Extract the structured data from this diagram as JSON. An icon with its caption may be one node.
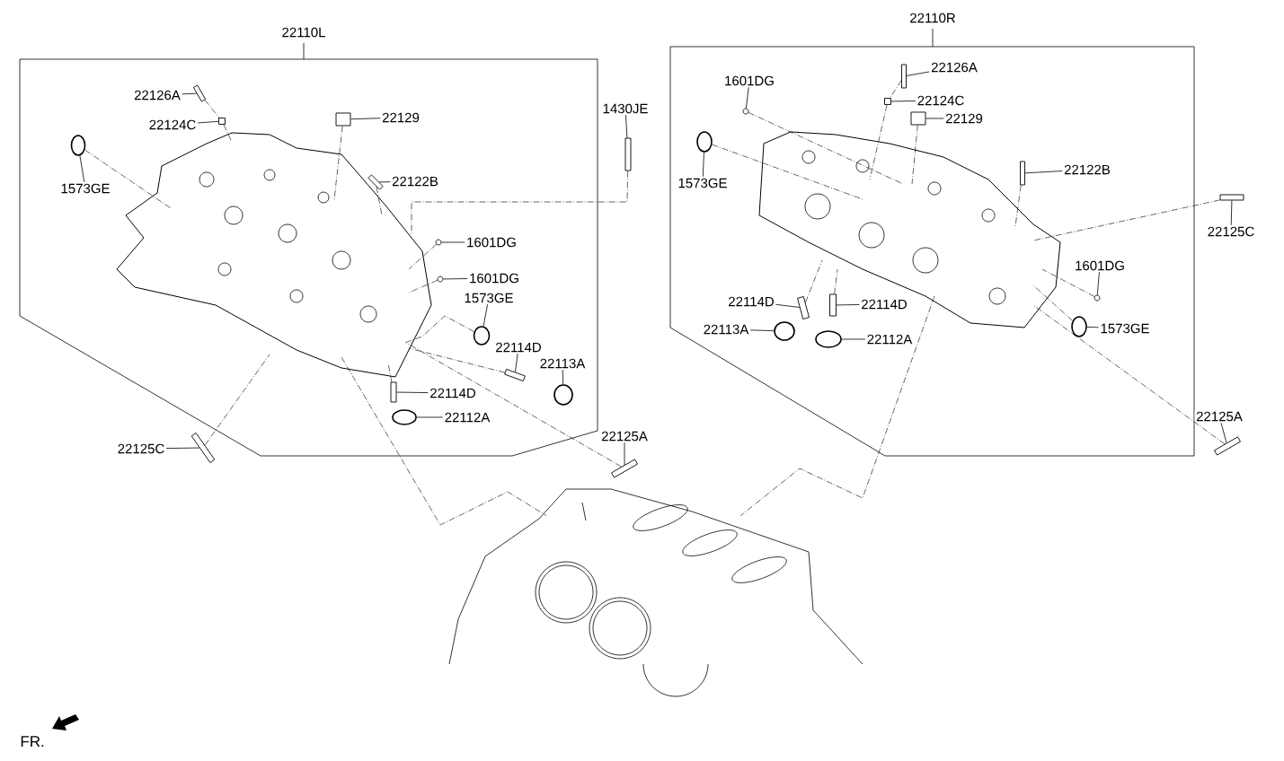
{
  "diagram": {
    "nodes": [
      {
        "text": [
          "22110L"
        ]
      },
      {
        "text": [
          "22110R"
        ]
      },
      {
        "text": [],
        "shape": "picture"
      },
      {
        "text": [],
        "shape": "picture",
        "in": 0
      },
      {
        "text": [],
        "shape": "picture",
        "in": 1
      },
      {
        "text": [
          "22126A"
        ],
        "in": 0
      },
      {
        "text": [],
        "shape": "box",
        "in": 0
      },
      {
        "text": [
          "22124C"
        ],
        "in": 0
      },
      {
        "text": [],
        "shape": "box",
        "in": 0
      },
      {
        "text": [
          "22129"
        ],
        "in": 0
      },
      {
        "text": [],
        "shape": "box",
        "in": 0
      },
      {
        "text": [
          "1573GE"
        ],
        "in": 0
      },
      {
        "text": [],
        "shape": "circle",
        "in": 0
      },
      {
        "text": [
          "22122B"
        ],
        "in": 0
      },
      {
        "text": [],
        "shape": "box",
        "in": 3
      },
      {
        "text": [
          "1601DG"
        ],
        "in": 0
      },
      {
        "text": [],
        "shape": "circle",
        "in": 0
      },
      {
        "text": [
          "1601DG"
        ],
        "in": 0
      },
      {
        "text": [],
        "shape": "circle",
        "in": 0
      },
      {
        "text": [
          "1573GE"
        ],
        "in": 0
      },
      {
        "text": [],
        "shape": "circle",
        "in": 0
      },
      {
        "text": [
          "22114D"
        ],
        "in": 0
      },
      {
        "text": [],
        "shape": "box",
        "in": 0
      },
      {
        "text": [
          "22113A"
        ],
        "in": 0
      },
      {
        "text": [],
        "shape": "circle",
        "in": 0
      },
      {
        "text": [
          "22114D"
        ],
        "in": 0
      },
      {
        "text": [],
        "shape": "box",
        "in": 0
      },
      {
        "text": [
          "22112A"
        ],
        "in": 0
      },
      {
        "text": [],
        "shape": "circle",
        "in": 0
      },
      {
        "text": [
          "1430JE"
        ]
      },
      {
        "text": [],
        "shape": "box"
      },
      {
        "text": [
          "22125C"
        ]
      },
      {
        "text": [],
        "shape": "box"
      },
      {
        "text": [
          "22125A"
        ]
      },
      {
        "text": [],
        "shape": "box"
      },
      {
        "text": [
          "22126A"
        ],
        "in": 1
      },
      {
        "text": [],
        "shape": "box",
        "in": 1
      },
      {
        "text": [
          "1601DG"
        ],
        "in": 1
      },
      {
        "text": [],
        "shape": "circle",
        "in": 1
      },
      {
        "text": [
          "22124C"
        ],
        "in": 1
      },
      {
        "text": [],
        "shape": "box",
        "in": 1
      },
      {
        "text": [
          "22129"
        ],
        "in": 1
      },
      {
        "text": [],
        "shape": "box",
        "in": 1
      },
      {
        "text": [
          "1573GE"
        ],
        "in": 1
      },
      {
        "text": [],
        "shape": "circle",
        "in": 1
      },
      {
        "text": [
          "22122B"
        ],
        "in": 1
      },
      {
        "text": [],
        "shape": "box",
        "in": 4
      },
      {
        "text": [
          "1601DG"
        ],
        "in": 1
      },
      {
        "text": [],
        "shape": "circle",
        "in": 1
      },
      {
        "text": [
          "22114D"
        ],
        "in": 1
      },
      {
        "text": [],
        "shape": "box",
        "in": 4
      },
      {
        "text": [
          "22114D"
        ],
        "in": 1
      },
      {
        "text": [],
        "shape": "box",
        "in": 4
      },
      {
        "text": [
          "22113A"
        ],
        "in": 1
      },
      {
        "text": [],
        "shape": "circle",
        "in": 1
      },
      {
        "text": [
          "22112A"
        ],
        "in": 1
      },
      {
        "text": [],
        "shape": "circle",
        "in": 1
      },
      {
        "text": [
          "1573GE"
        ],
        "in": 1
      },
      {
        "text": [],
        "shape": "circle",
        "in": 1
      },
      {
        "text": [
          "22125C"
        ]
      },
      {
        "text": [],
        "shape": "box"
      },
      {
        "text": [
          "22125A"
        ]
      },
      {
        "text": [],
        "shape": "box"
      }
    ],
    "edges": [
      {
        "from": 5,
        "to": 6,
        "arrow": "none"
      },
      {
        "from": 7,
        "to": 8,
        "arrow": "none"
      },
      {
        "from": 9,
        "to": 10,
        "arrow": "none"
      },
      {
        "from": 11,
        "to": 12,
        "arrow": "none"
      },
      {
        "from": 13,
        "to": 14,
        "arrow": "none"
      },
      {
        "from": 15,
        "to": 16,
        "arrow": "none"
      },
      {
        "from": 17,
        "to": 18,
        "arrow": "none"
      },
      {
        "from": 19,
        "to": 20,
        "arrow": "none"
      },
      {
        "from": 21,
        "to": 22,
        "arrow": "none"
      },
      {
        "from": 23,
        "to": 24,
        "arrow": "none"
      },
      {
        "from": 25,
        "to": 26,
        "arrow": "none"
      },
      {
        "from": 27,
        "to": 28,
        "arrow": "none"
      },
      {
        "from": 29,
        "to": 30,
        "arrow": "none"
      },
      {
        "from": 31,
        "to": 32,
        "arrow": "none"
      },
      {
        "from": 33,
        "to": 34,
        "arrow": "none"
      },
      {
        "from": 35,
        "to": 36,
        "arrow": "none"
      },
      {
        "from": 37,
        "to": 38,
        "arrow": "none"
      },
      {
        "from": 39,
        "to": 40,
        "arrow": "none"
      },
      {
        "from": 41,
        "to": 42,
        "arrow": "none"
      },
      {
        "from": 43,
        "to": 44,
        "arrow": "none"
      },
      {
        "from": 45,
        "to": 46,
        "arrow": "none"
      },
      {
        "from": 47,
        "to": 48,
        "arrow": "none"
      },
      {
        "from": 49,
        "to": 50,
        "arrow": "none"
      },
      {
        "from": 51,
        "to": 52,
        "arrow": "none"
      },
      {
        "from": 53,
        "to": 54,
        "arrow": "none"
      },
      {
        "from": 55,
        "to": 56,
        "arrow": "none"
      },
      {
        "from": 57,
        "to": 58,
        "arrow": "none"
      },
      {
        "from": 59,
        "to": 60,
        "arrow": "none"
      },
      {
        "from": 61,
        "to": 62,
        "arrow": "none"
      },
      {
        "from": 6,
        "to": 8,
        "arrow": "none",
        "style": "dashed"
      },
      {
        "from": 8,
        "to": 3,
        "arrow": "none",
        "style": "dashed"
      },
      {
        "from": 10,
        "to": 3,
        "arrow": "none",
        "style": "dashed"
      },
      {
        "from": 12,
        "to": 3,
        "arrow": "none",
        "style": "dashed"
      },
      {
        "from": 14,
        "to": 3,
        "arrow": "none",
        "style": "dashed"
      },
      {
        "from": 16,
        "to": 3,
        "arrow": "none",
        "style": "dashed"
      },
      {
        "from": 18,
        "to": 3,
        "arrow": "none",
        "style": "dashed"
      },
      {
        "from": 20,
        "to": 3,
        "arrow": "none",
        "style": "dashed"
      },
      {
        "from": 22,
        "to": 3,
        "arrow": "none",
        "style": "dashed"
      },
      {
        "from": 26,
        "to": 3,
        "arrow": "none",
        "style": "dashed"
      },
      {
        "from": 30,
        "to": 3,
        "arrow": "none",
        "style": "dashed"
      },
      {
        "from": 32,
        "to": 3,
        "arrow": "none",
        "style": "dashed"
      },
      {
        "from": 34,
        "to": 3,
        "arrow": "none",
        "style": "dashed"
      },
      {
        "from": 3,
        "to": 2,
        "arrow": "none",
        "style": "dashed"
      },
      {
        "from": 36,
        "to": 40,
        "arrow": "none",
        "style": "dashed"
      },
      {
        "from": 40,
        "to": 4,
        "arrow": "none",
        "style": "dashed"
      },
      {
        "from": 38,
        "to": 4,
        "arrow": "none",
        "style": "dashed"
      },
      {
        "from": 42,
        "to": 4,
        "arrow": "none",
        "style": "dashed"
      },
      {
        "from": 44,
        "to": 4,
        "arrow": "none",
        "style": "dashed"
      },
      {
        "from": 46,
        "to": 4,
        "arrow": "none",
        "style": "dashed"
      },
      {
        "from": 48,
        "to": 4,
        "arrow": "none",
        "style": "dashed"
      },
      {
        "from": 50,
        "to": 4,
        "arrow": "none",
        "style": "dashed"
      },
      {
        "from": 52,
        "to": 4,
        "arrow": "none",
        "style": "dashed"
      },
      {
        "from": 58,
        "to": 4,
        "arrow": "none",
        "style": "dashed"
      },
      {
        "from": 60,
        "to": 4,
        "arrow": "none",
        "style": "dashed"
      },
      {
        "from": 62,
        "to": 4,
        "arrow": "none",
        "style": "dashed"
      },
      {
        "from": 4,
        "to": 2,
        "arrow": "none",
        "style": "dashed"
      }
    ],
    "labels": [
      "FR."
    ]
  }
}
